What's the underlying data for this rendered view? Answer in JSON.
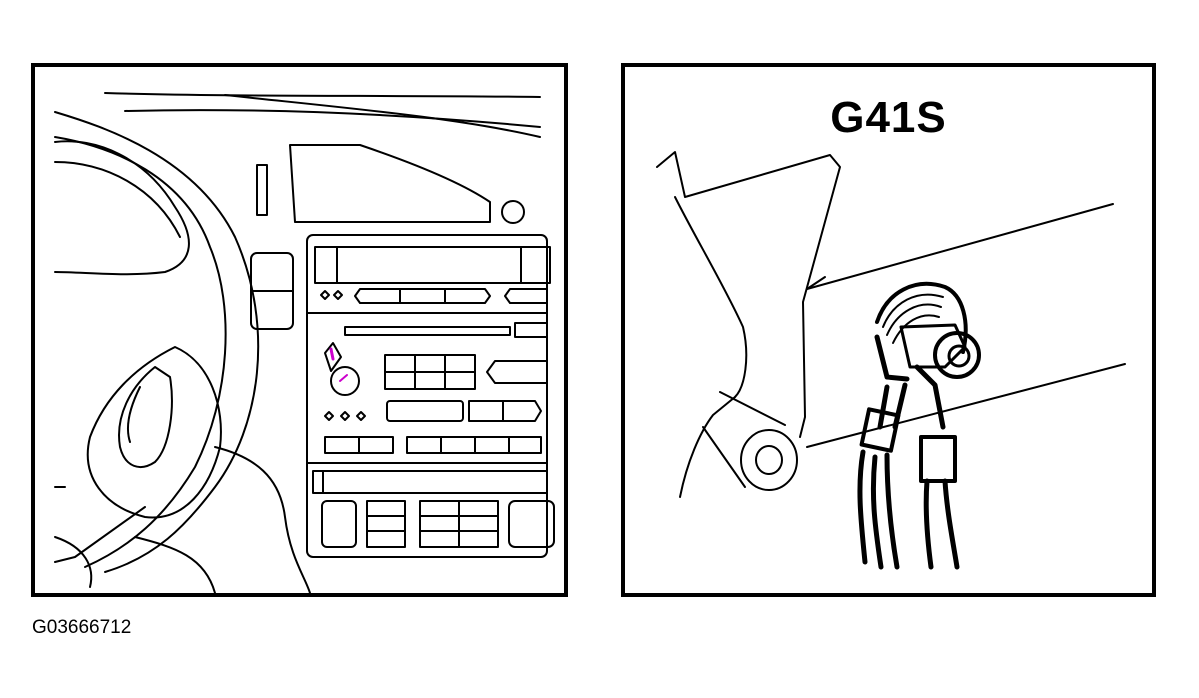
{
  "figure": {
    "right_panel_label": "G41S",
    "figure_id": "G03666712"
  },
  "colors": {
    "line": "#000000",
    "background": "#ffffff",
    "accent": "#cc00cc"
  },
  "icons": {
    "left_panel": "dashboard-center-console-illustration",
    "right_panel": "ground-connector-wiring-illustration"
  }
}
